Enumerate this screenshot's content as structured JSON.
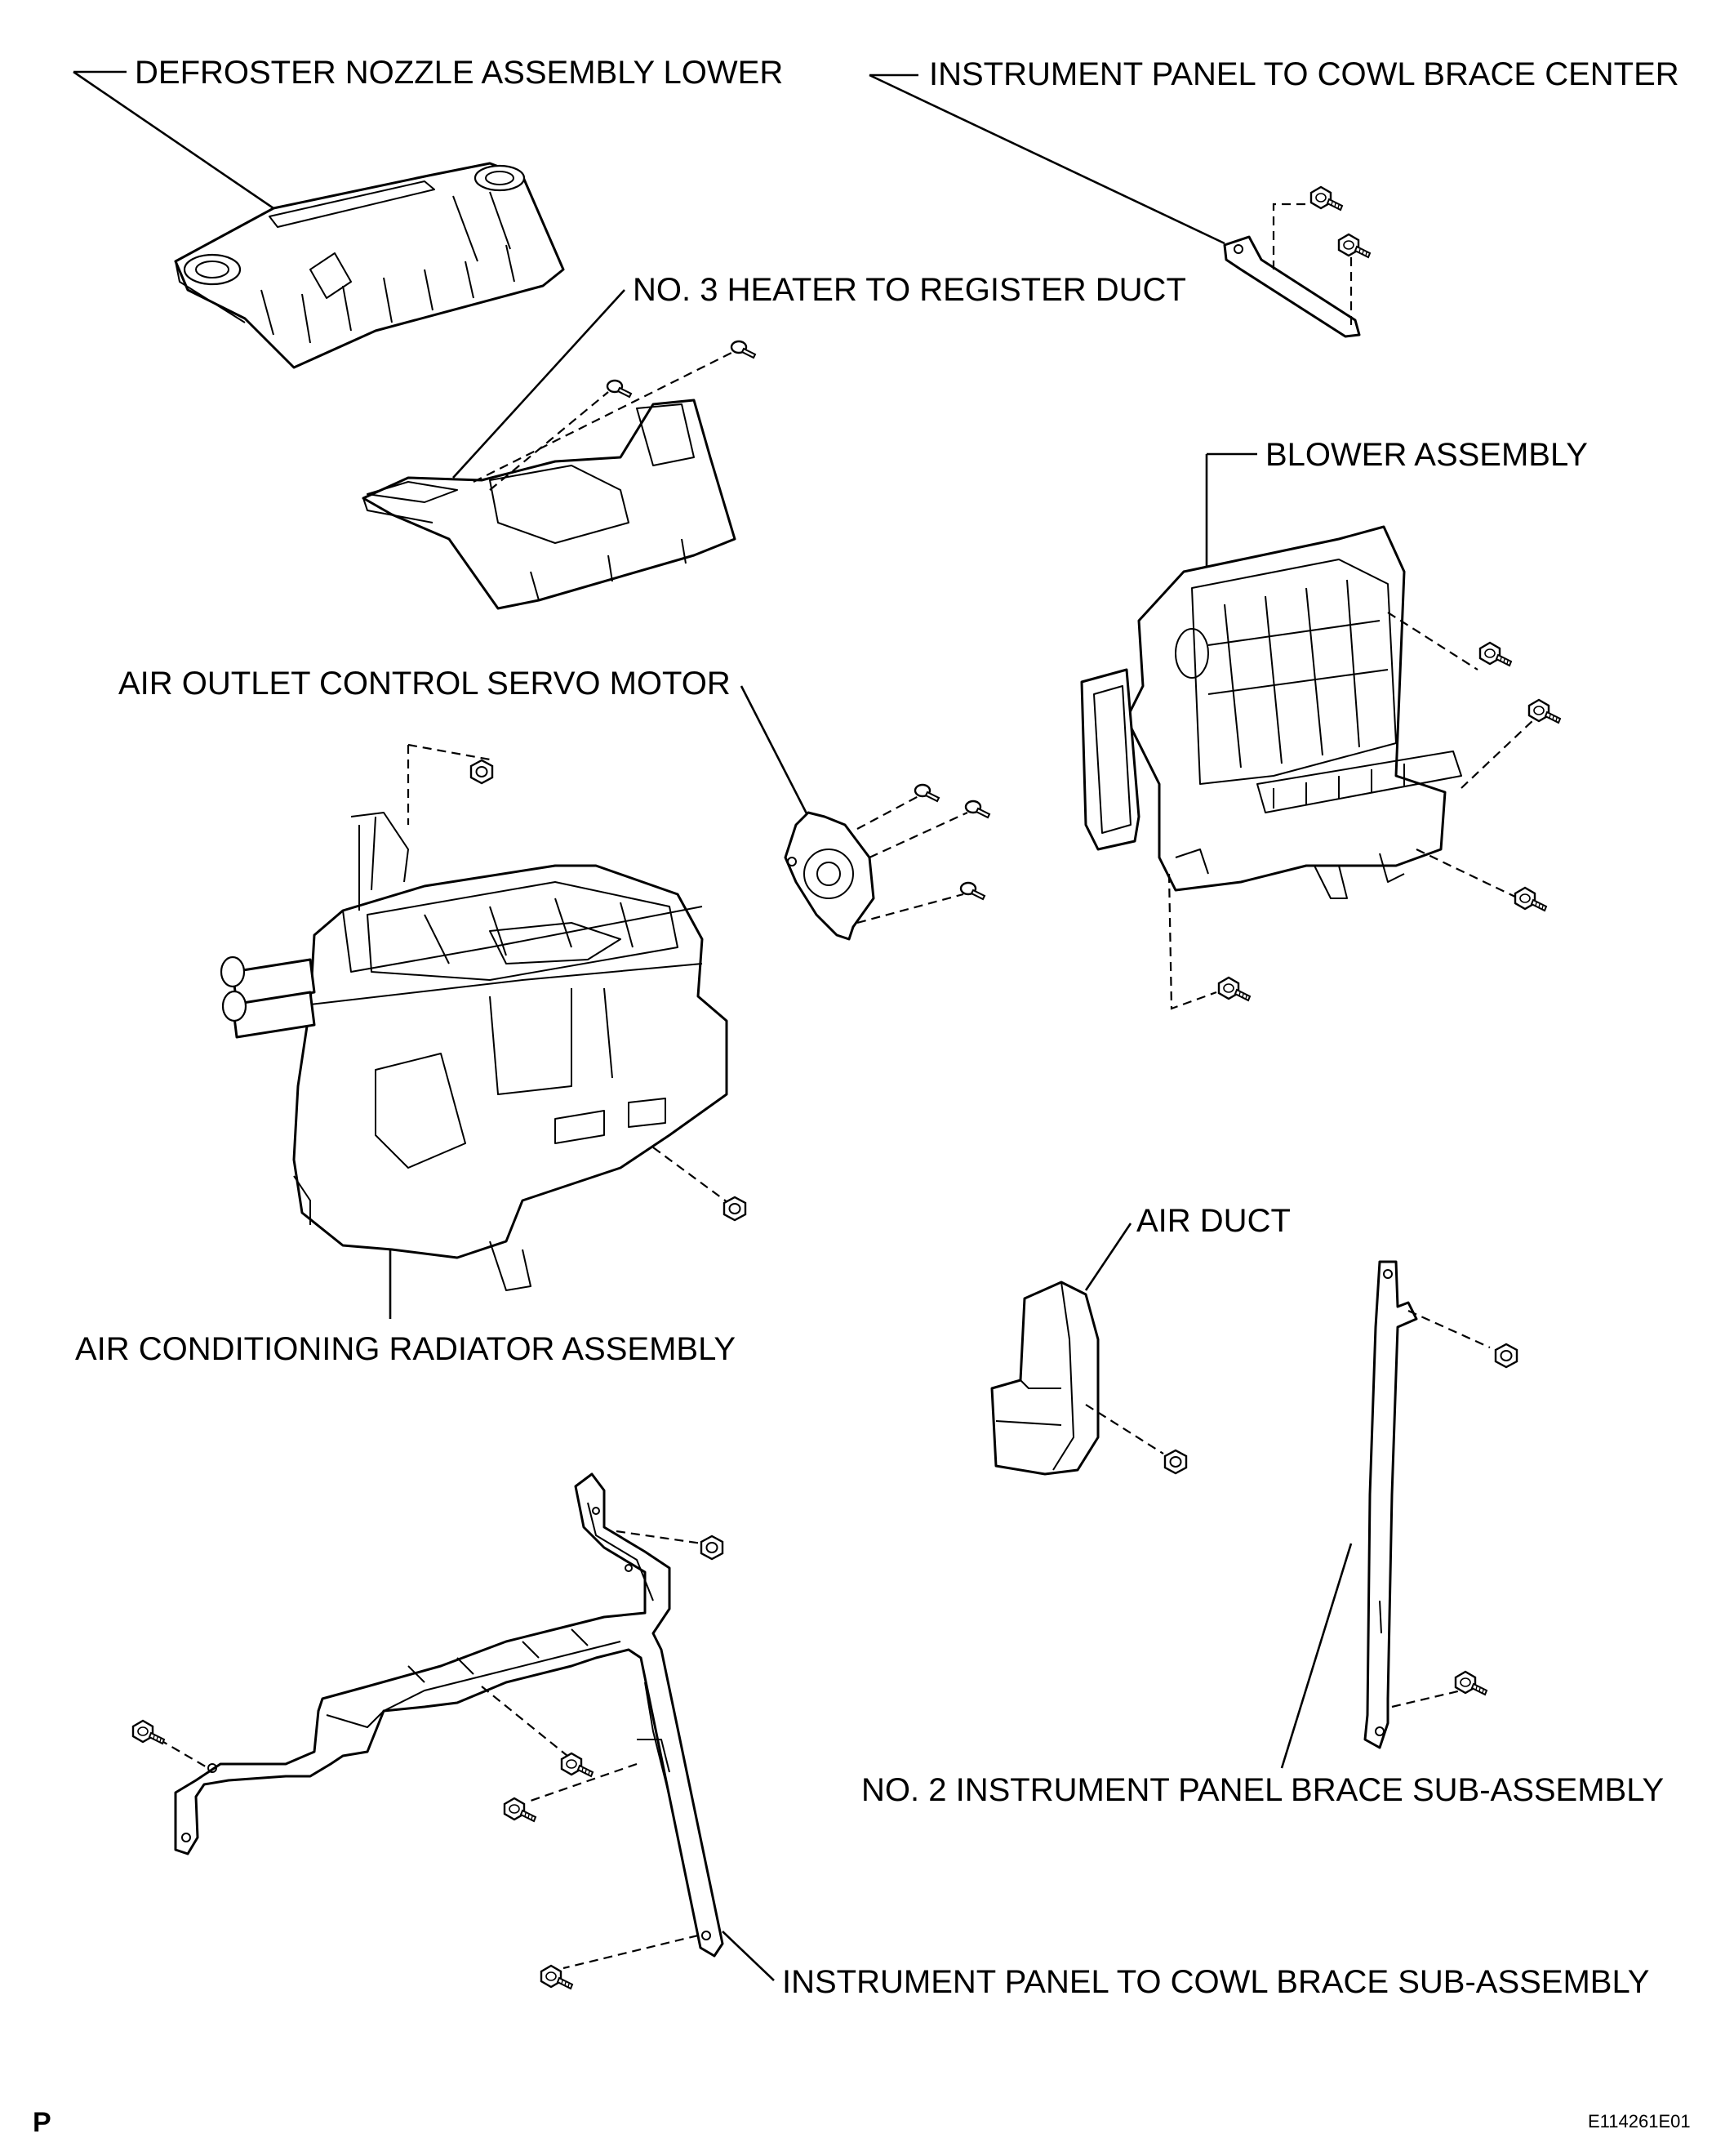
{
  "labels": {
    "defroster": "DEFROSTER NOZZLE ASSEMBLY LOWER",
    "ip_cowl_center": "INSTRUMENT PANEL TO COWL BRACE CENTER",
    "heater_duct": "NO. 3 HEATER TO REGISTER DUCT",
    "blower": "BLOWER ASSEMBLY",
    "servo": "AIR OUTLET CONTROL SERVO MOTOR",
    "radiator": "AIR CONDITIONING RADIATOR ASSEMBLY",
    "air_duct": "AIR DUCT",
    "ip_brace2": "NO. 2 INSTRUMENT PANEL BRACE SUB-ASSEMBLY",
    "ip_cowl_sub": "INSTRUMENT PANEL TO COWL BRACE SUB-ASSEMBLY"
  },
  "footer": {
    "left": "P",
    "right": "E114261E01"
  },
  "icons": [
    "bolt-icon",
    "nut-icon",
    "screw-icon"
  ]
}
